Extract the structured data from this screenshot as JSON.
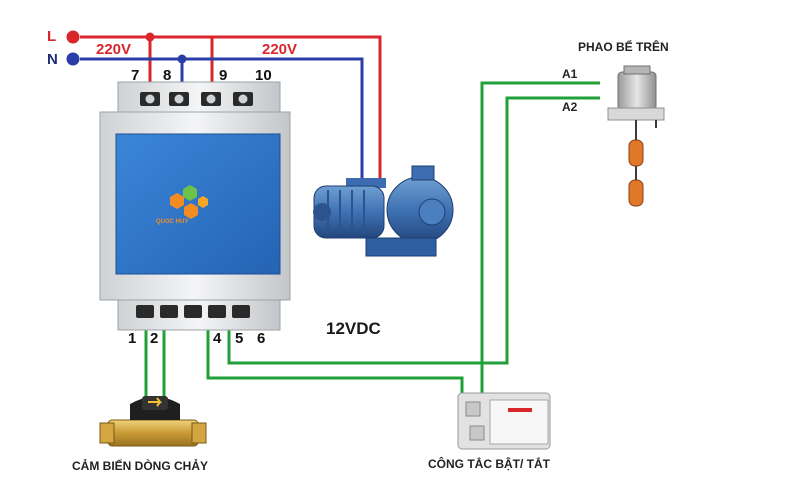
{
  "power": {
    "line_label": "L",
    "neutral_label": "N",
    "voltage_left": "220V",
    "voltage_right": "220V"
  },
  "controller": {
    "top_terminals": [
      "7",
      "8",
      "9",
      "10"
    ],
    "bottom_terminals": [
      "1",
      "2",
      "4",
      "5",
      "6"
    ],
    "logo_text": "QUOC HUY"
  },
  "dc_label": "12VDC",
  "float_switch": {
    "title": "PHAO BỂ TRÊN",
    "wire_a1": "A1",
    "wire_a2": "A2"
  },
  "flow_sensor": {
    "caption": "CẢM BIẾN DÒNG CHẢY"
  },
  "wall_switch": {
    "caption": "CÔNG TẮC BẬT/ TẮT"
  },
  "colors": {
    "live": "#d8262b",
    "neutral": "#2b3ea8",
    "signal": "#21a038",
    "panel": "#2f78c8"
  }
}
